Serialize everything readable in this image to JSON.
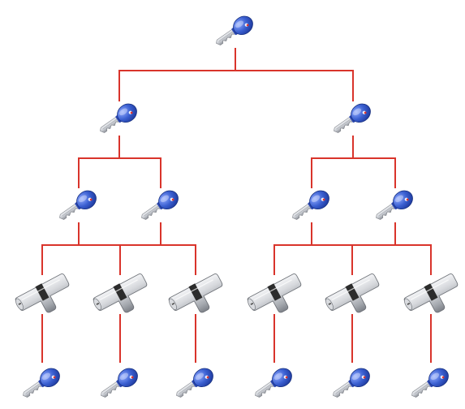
{
  "diagram": {
    "kind": "master key hierarchy",
    "connector_color": "#d9342b",
    "key_head_color": "#3a5fd0",
    "key_head_shade": "#1f3a9e",
    "key_blade_color": "#c9ccd2",
    "cylinder_color": "#b9bcc1",
    "cylinder_band_color": "#2c2c2c",
    "levels": [
      {
        "name": "grand-master-key",
        "items": 1,
        "icon": "key-icon"
      },
      {
        "name": "master-keys",
        "items": 2,
        "icon": "key-icon"
      },
      {
        "name": "sub-master-keys",
        "items": 4,
        "icon": "key-icon"
      },
      {
        "name": "lock-cylinders",
        "items": 6,
        "icon": "cylinder-icon"
      },
      {
        "name": "individual-keys",
        "items": 6,
        "icon": "key-icon"
      }
    ],
    "links": [
      {
        "from": "gm",
        "to": [
          "m1",
          "m2"
        ]
      },
      {
        "from": "m1",
        "to": [
          "s1",
          "s2"
        ]
      },
      {
        "from": "m2",
        "to": [
          "s3",
          "s4"
        ]
      },
      {
        "from": "s1",
        "to": [
          "c1",
          "c2"
        ]
      },
      {
        "from": "s2",
        "to": [
          "c2",
          "c3"
        ]
      },
      {
        "from": "s3",
        "to": [
          "c4",
          "c5"
        ]
      },
      {
        "from": "s4",
        "to": [
          "c5",
          "c6"
        ]
      },
      {
        "from": "c1",
        "to": [
          "k1"
        ]
      },
      {
        "from": "c2",
        "to": [
          "k2"
        ]
      },
      {
        "from": "c3",
        "to": [
          "k3"
        ]
      },
      {
        "from": "c4",
        "to": [
          "k4"
        ]
      },
      {
        "from": "c5",
        "to": [
          "k5"
        ]
      },
      {
        "from": "c6",
        "to": [
          "k6"
        ]
      }
    ]
  }
}
